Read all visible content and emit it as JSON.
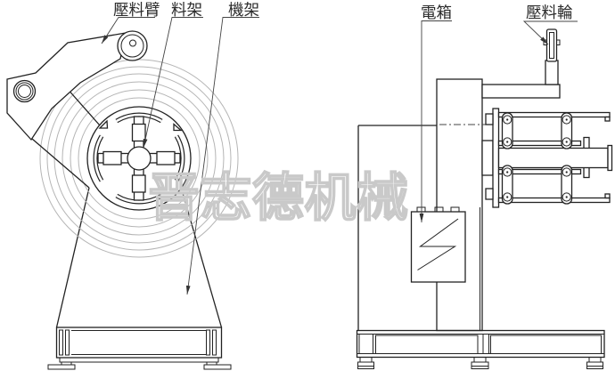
{
  "drawing": {
    "labels": {
      "pressing_arm": "壓料臂",
      "material_rack": "料架",
      "machine_frame": "機架",
      "electric_box": "電箱",
      "pressing_wheel": "壓料輪"
    },
    "watermark": "晋志德机械",
    "colors": {
      "line": "#222222",
      "coil_line": "#b5b5b5",
      "watermark": "#c9c9c9",
      "background": "#ffffff"
    }
  }
}
